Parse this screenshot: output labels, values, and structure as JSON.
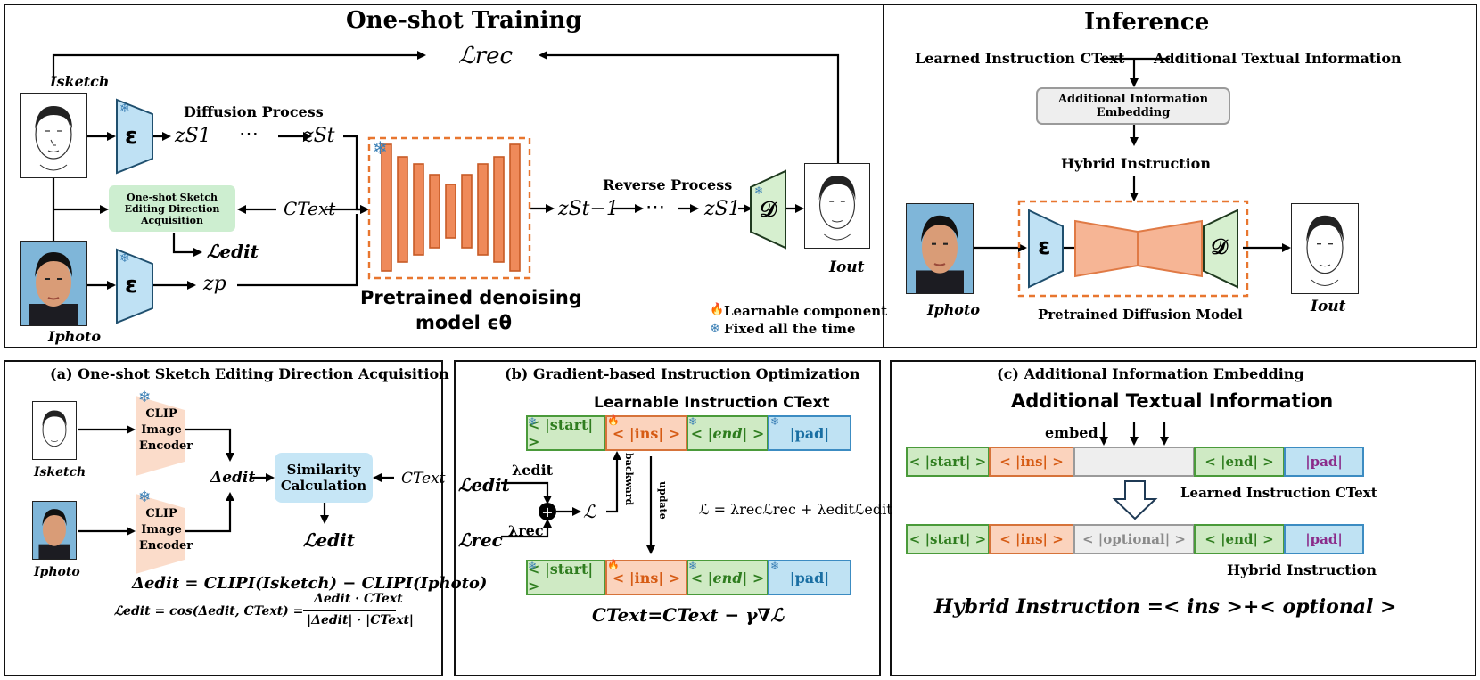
{
  "training": {
    "title": "One-shot Training",
    "l_rec": "ℒrec",
    "i_sketch": "Isketch",
    "i_photo": "Iphoto",
    "i_out": "Iout",
    "diffusion_process": "Diffusion Process",
    "reverse_process": "Reverse Process",
    "z_s1": "zS1",
    "dots": "⋯",
    "z_st": "zSt",
    "z_st1": "zSt−1",
    "z_s1_rev": "zS1",
    "z_p": "zp",
    "c_text": "CText",
    "direction_box": "One-shot Sketch Editing Direction Acquisition",
    "l_edit": "ℒedit",
    "encoder_symbol": "ε",
    "decoder_symbol": "𝒟",
    "denoiser_label_line1": "Pretrained denoising",
    "denoiser_label_line2": "model ϵθ",
    "legend_learnable": "Learnable component",
    "legend_fixed": "Fixed all the time"
  },
  "inference": {
    "title": "Inference",
    "learned_instruction": "Learned Instruction CText",
    "additional_textual": "Additional Textual Information",
    "embedding_box": "Additional Information Embedding",
    "hybrid_instruction": "Hybrid Instruction",
    "i_photo": "Iphoto",
    "i_out": "Iout",
    "pretrained_label": "Pretrained Diffusion Model",
    "encoder_symbol": "ε",
    "decoder_symbol": "𝒟"
  },
  "panel_a": {
    "title": "(a)  One-shot Sketch Editing Direction Acquisition",
    "clip_encoder": "CLIP Image Encoder",
    "i_sketch": "Isketch",
    "i_photo": "Iphoto",
    "delta_edit": "Δedit",
    "similarity": "Similarity Calculation",
    "c_text": "CText",
    "l_edit": "ℒedit",
    "eq1": "Δedit = CLIPI(Isketch) − CLIPI(Iphoto)",
    "eq2_lhs": "ℒedit = cos(Δedit, CText) =",
    "eq2_num": "Δedit · CText",
    "eq2_den": "|Δedit| · |CText|"
  },
  "panel_b": {
    "title": "(b)  Gradient-based Instruction Optimization",
    "learnable_instruction": "Learnable Instruction CText",
    "tok_start": "< |start| >",
    "tok_ins": "< |ins| >",
    "tok_end": "< |end| >",
    "tok_pad": "|pad|",
    "l_edit": "ℒedit",
    "l_rec": "ℒrec",
    "lambda_edit": "λedit",
    "lambda_rec": "λrec",
    "l": "ℒ",
    "plus": "+",
    "backward": "backward",
    "update": "update",
    "loss_eq": "ℒ = λrecℒrec + λeditℒedit",
    "update_eq": "CText=CText − γ∇ℒ"
  },
  "panel_c": {
    "title": "(c)  Additional Information Embedding",
    "additional": "Additional Textual Information",
    "embed": "embed",
    "tok_start": "< |start| >",
    "tok_ins": "< |ins| >",
    "tok_end": "< |end| >",
    "tok_pad": "|pad|",
    "tok_optional": "< |optional| >",
    "learned_instruction": "Learned Instruction CText",
    "hybrid_instruction": "Hybrid Instruction",
    "hybrid_eq": "Hybrid Instruction =< ins >+< optional >"
  },
  "colors": {
    "encoder_fill": "#bfe1f4",
    "decoder_fill": "#d6efcf",
    "unet_fill": "#ef8a5a",
    "unet_stroke": "#c75a25",
    "dashed_orange": "#e8762f",
    "clip_fill": "#fbdcca"
  }
}
